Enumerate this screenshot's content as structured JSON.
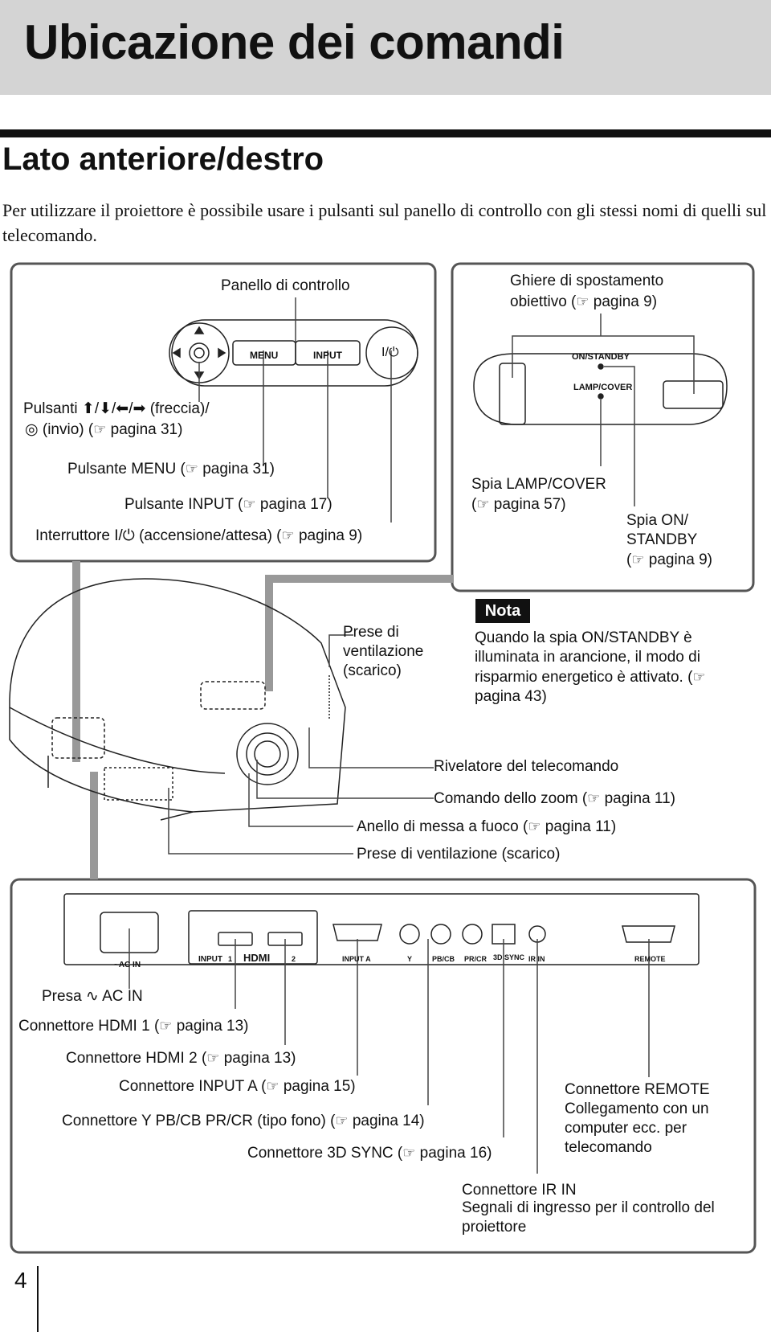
{
  "title": "Ubicazione dei comandi",
  "subtitle": "Lato anteriore/destro",
  "intro": "Per utilizzare il proiettore è possibile usare i pulsanti sul panello di controllo con gli stessi nomi di quelli sul telecomando.",
  "page_icon": "finger-pointing-icon",
  "panel": {
    "label": "Panello di controllo",
    "btn_menu": "MENU",
    "btn_input": "INPUT",
    "btn_power": "I/⏻",
    "arrows_label_1": "Pulsanti",
    "arrows_label_2": "(freccia)/",
    "enter_label_1": "(invio) (",
    "enter_label_2": "pagina 31)",
    "menu_label_1": "Pulsante MENU (",
    "menu_label_2": "pagina 31)",
    "input_label_1": "Pulsante INPUT (",
    "input_label_2": "pagina 17)",
    "power_label_1": "Interruttore",
    "power_label_2": "(accensione/attesa) (",
    "power_label_3": "pagina 9)"
  },
  "lens": {
    "label_1": "Ghiere di spostamento",
    "label_2": "obiettivo (",
    "label_3": "pagina 9)",
    "on_standby": "ON/STANDBY",
    "lamp_cover": "LAMP/COVER",
    "lamp_label_1": "Spia LAMP/COVER",
    "lamp_label_2": "(",
    "lamp_label_3": "pagina 57)",
    "spia_on_1": "Spia ON/",
    "spia_on_2": "STANDBY",
    "spia_on_3": "(",
    "spia_on_4": "pagina 9)"
  },
  "vent_top": "Prese di ventilazione (scarico)",
  "note": {
    "head": "Nota",
    "body_1": "Quando la spia ON/STANDBY è illuminata in arancione, il modo di risparmio energetico è attivato.",
    "body_2": "(",
    "body_3": "pagina 43)"
  },
  "front": {
    "remote_sensor": "Rivelatore del telecomando",
    "zoom_1": "Comando dello zoom (",
    "zoom_2": "pagina 11)",
    "focus_1": "Anello di messa a fuoco (",
    "focus_2": "pagina 11)",
    "vent_bottom": "Prese di ventilazione (scarico)"
  },
  "rear": {
    "ac_in_panel": "~AC IN",
    "input_panel": "INPUT",
    "hdmi_panel": "HDMI",
    "hdmi1_num": "1",
    "hdmi2_num": "2",
    "input_a_panel": "INPUT A",
    "y_panel": "Y",
    "pb_panel": "PB/CB",
    "pr_panel": "PR/CR",
    "sync_panel": "3D SYNC",
    "irin_panel": "IR IN",
    "remote_panel": "REMOTE",
    "presa_1": "Presa",
    "presa_2": "AC IN",
    "hdmi1_1": "Connettore HDMI 1 (",
    "hdmi1_2": "pagina 13)",
    "hdmi2_1": "Connettore HDMI 2 (",
    "hdmi2_2": "pagina 13)",
    "inputa_1": "Connettore INPUT A (",
    "inputa_2": "pagina 15)",
    "ypb_1": "Connettore Y PB/CB PR/CR (tipo fono) (",
    "ypb_2": "pagina 14)",
    "sync_1": "Connettore 3D SYNC (",
    "sync_2": "pagina 16)",
    "remote_1": "Connettore REMOTE",
    "remote_2": "Collegamento con un computer ecc. per telecomando",
    "irin_1": "Connettore IR IN",
    "irin_2": "Segnali di ingresso per il controllo del proiettore"
  },
  "page_number": "4"
}
